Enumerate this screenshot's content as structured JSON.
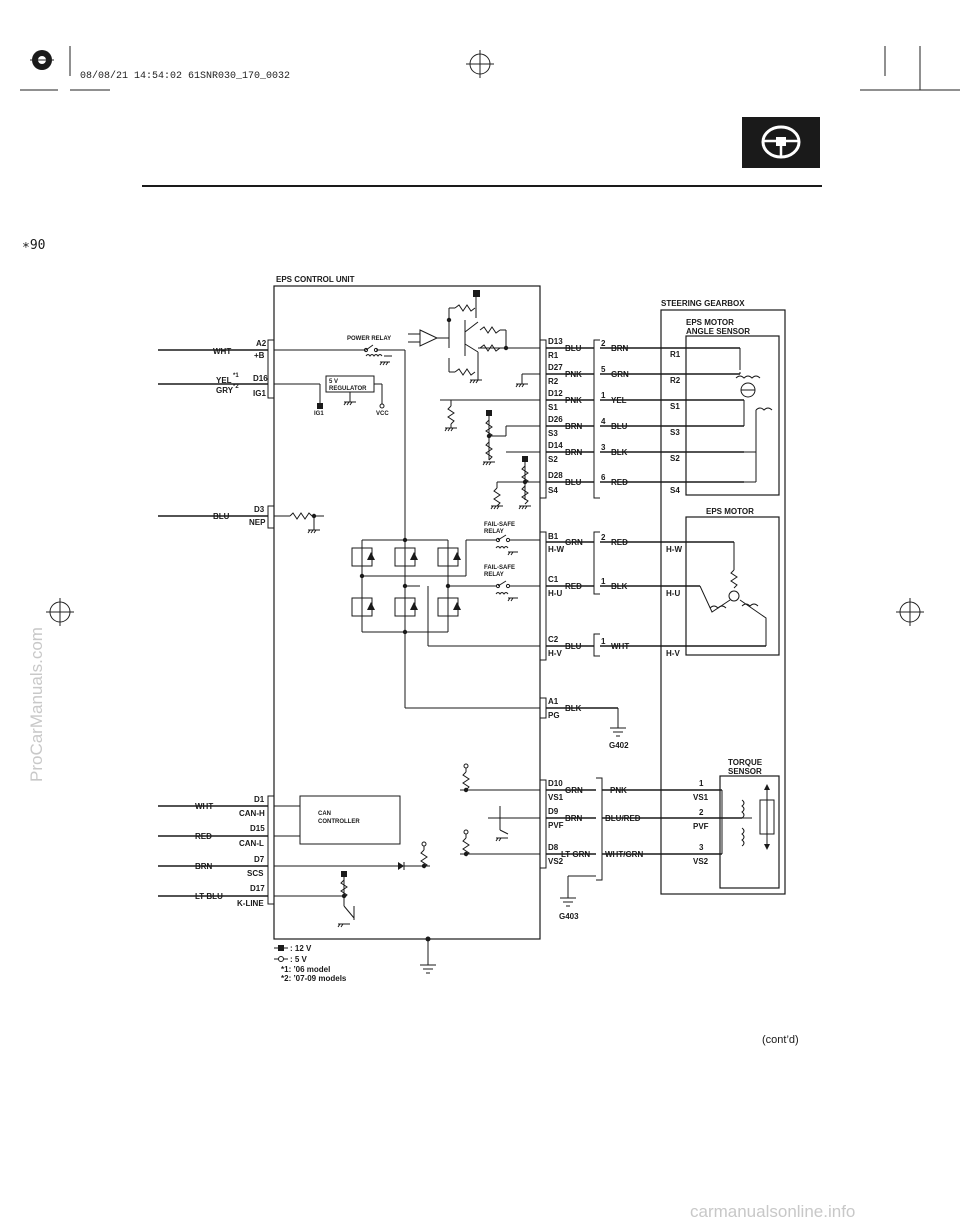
{
  "header": {
    "print_stamp": "08/08/21 14:54:02 61SNR030_170_0032",
    "page_marker": "∗90",
    "section_icon": "steering-wheel-icon",
    "section_icon_color": "#1a1a1a"
  },
  "footer": {
    "continued": "(cont’d)",
    "watermark_side": "ProCarManuals.com",
    "watermark_bottom": "carmanualsonline.info"
  },
  "ecu": {
    "title": "EPS CONTROL UNIT",
    "power_relay": "POWER RELAY",
    "regulator": [
      "5 V",
      "REGULATOR"
    ],
    "ig1": "IG1",
    "vcc": "VCC",
    "failsafe_relay": [
      "FAIL-SAFE",
      "RELAY"
    ],
    "can_controller": [
      "CAN",
      "CONTROLLER"
    ]
  },
  "left_wires": [
    {
      "color": "WHT",
      "pin": "A2",
      "signal": "+B"
    },
    {
      "color": "YEL",
      "sup": "*1",
      "color2": "GRY",
      "sup2": "*2",
      "pin": "D16",
      "signal": "IG1"
    },
    {
      "color": "BLU",
      "pin": "D3",
      "signal": "NEP"
    },
    {
      "color": "WHT",
      "pin": "D1",
      "signal": "CAN-H"
    },
    {
      "color": "RED",
      "pin": "D15",
      "signal": "CAN-L"
    },
    {
      "color": "BRN",
      "pin": "D7",
      "signal": "SCS"
    },
    {
      "color": "LT BLU",
      "pin": "D17",
      "signal": "K-LINE"
    }
  ],
  "right_pins": [
    {
      "pin": "D13",
      "signal": "R1",
      "wire": "BLU",
      "term": "2",
      "motor_wire": "BRN",
      "motor_pin": "R1"
    },
    {
      "pin": "D27",
      "signal": "R2",
      "wire": "PNK",
      "term": "5",
      "motor_wire": "GRN",
      "motor_pin": "R2"
    },
    {
      "pin": "D12",
      "signal": "S1",
      "wire": "PNK",
      "term": "1",
      "motor_wire": "YEL",
      "motor_pin": "S1"
    },
    {
      "pin": "D26",
      "signal": "S3",
      "wire": "BRN",
      "term": "4",
      "motor_wire": "BLU",
      "motor_pin": "S3"
    },
    {
      "pin": "D14",
      "signal": "S2",
      "wire": "BRN",
      "term": "3",
      "motor_wire": "BLK",
      "motor_pin": "S2"
    },
    {
      "pin": "D28",
      "signal": "S4",
      "wire": "BLU",
      "term": "6",
      "motor_wire": "RED",
      "motor_pin": "S4"
    },
    {
      "pin": "B1",
      "signal": "H-W",
      "wire": "GRN",
      "term": "2",
      "motor_wire": "RED",
      "motor_pin": "H-W"
    },
    {
      "pin": "C1",
      "signal": "H-U",
      "wire": "RED",
      "term": "1",
      "motor_wire": "BLK",
      "motor_pin": "H-U"
    },
    {
      "pin": "C2",
      "signal": "H-V",
      "wire": "BLU",
      "term": "1",
      "motor_wire": "WHT",
      "motor_pin": "H-V"
    },
    {
      "pin": "A1",
      "signal": "PG",
      "wire": "BLK"
    },
    {
      "pin": "D10",
      "signal": "VS1",
      "wire": "GRN",
      "torque_wire": "PNK",
      "term": "1",
      "torque_pin": "VS1"
    },
    {
      "pin": "D9",
      "signal": "PVF",
      "wire": "BRN",
      "torque_wire": "BLU/RED",
      "term": "2",
      "torque_pin": "PVF"
    },
    {
      "pin": "D8",
      "signal": "VS2",
      "wire": "LT GRN",
      "torque_wire": "WHT/GRN",
      "term": "3",
      "torque_pin": "VS2"
    }
  ],
  "grounds": {
    "g1": "G402",
    "g2": "G403"
  },
  "gearbox": {
    "title": "STEERING GEARBOX",
    "angle_sensor": [
      "EPS MOTOR",
      "ANGLE SENSOR"
    ],
    "motor": "EPS MOTOR",
    "torque_sensor": [
      "TORQUE",
      "SENSOR"
    ]
  },
  "legend": {
    "v12": ": 12 V",
    "v5": ": 5 V",
    "note1": "*1: ’06 model",
    "note2": "*2: ’07-09 models"
  }
}
